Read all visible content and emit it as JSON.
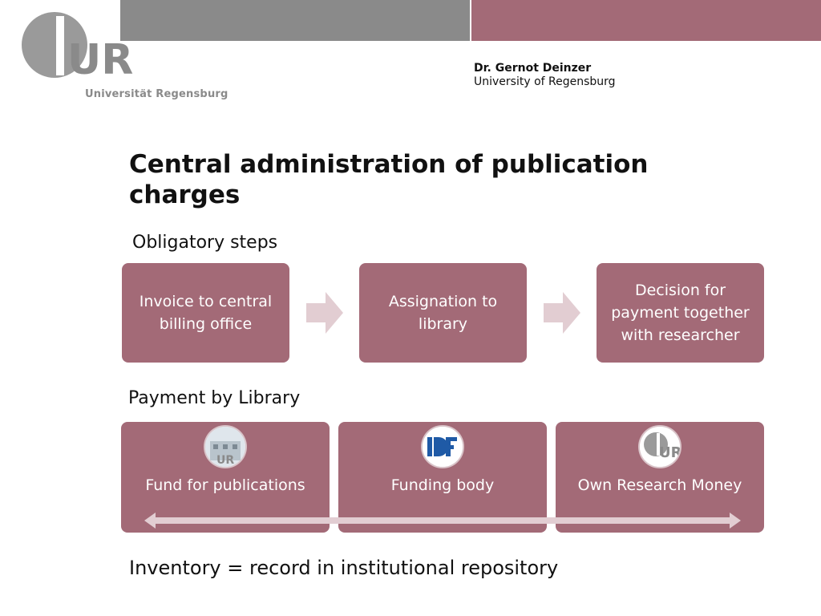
{
  "header": {
    "author_name": "Dr. Gernot Deinzer",
    "author_affiliation": "University of Regensburg",
    "logo_text": "Universität Regensburg",
    "colors": {
      "gray_bar": "#8a8a8a",
      "rose_bar": "#a36a77",
      "box": "#a36a77"
    }
  },
  "slide": {
    "title": "Central administration of publication charges",
    "obligatory_label": "Obligatory steps",
    "steps": [
      "Invoice to central billing office",
      "Assignation to library",
      "Decision for payment together with researcher"
    ],
    "payment_label": "Payment by Library",
    "payment_options": [
      {
        "label": "Fund for publications",
        "icon": "ur-building-icon"
      },
      {
        "label": "Funding body",
        "icon": "dfg-icon"
      },
      {
        "label": "Own Research Money",
        "icon": "ur-logo-icon"
      }
    ],
    "inventory_text": "Inventory = record in institutional repository"
  }
}
